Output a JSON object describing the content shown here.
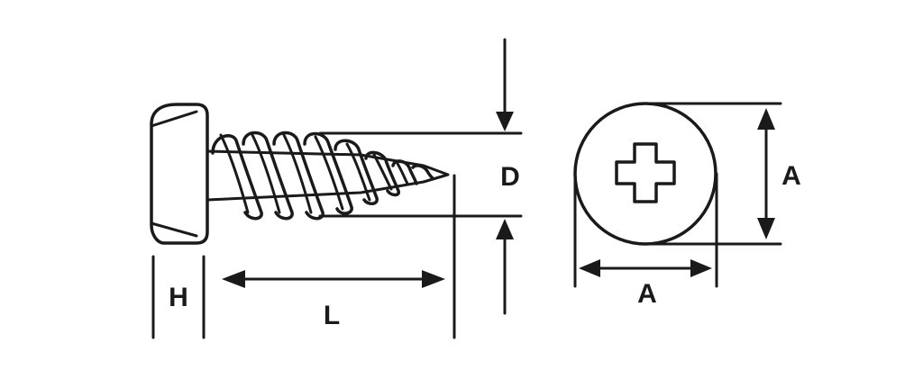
{
  "labels": {
    "head_height": "H",
    "length": "L",
    "diameter": "D",
    "head_width_vertical": "A",
    "head_width_horizontal": "A"
  },
  "icons": {
    "screw_side_view": "screw-side-view-icon",
    "screw_top_view": "phillips-head-icon"
  },
  "colors": {
    "ink": "#1a1a1a",
    "background": "#ffffff"
  }
}
